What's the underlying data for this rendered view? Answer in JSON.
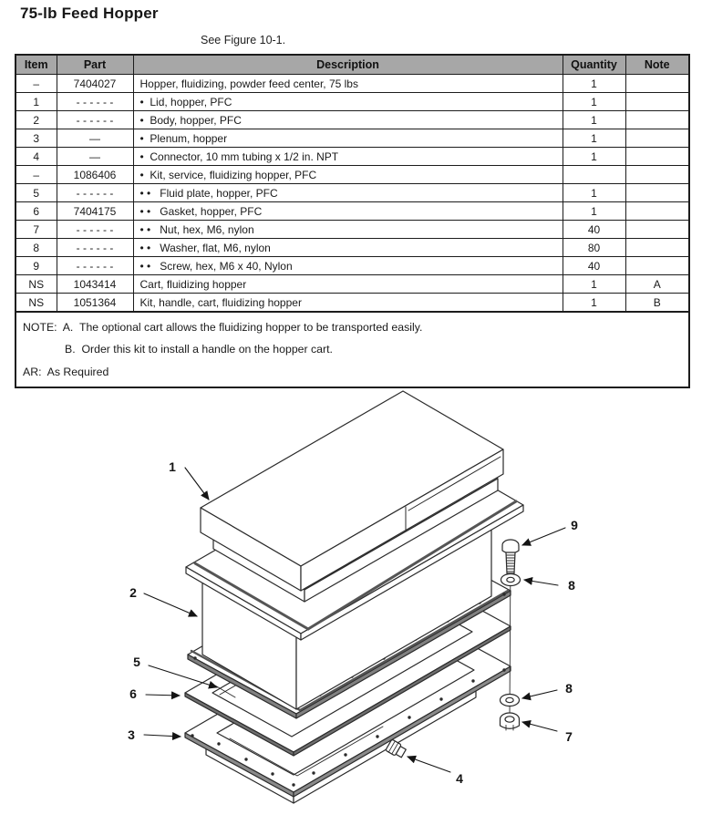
{
  "page": {
    "title": "75-lb Feed Hopper",
    "figure_ref": "See Figure 10-1."
  },
  "table": {
    "columns": {
      "item": "Item",
      "part": "Part",
      "description": "Description",
      "quantity": "Quantity",
      "note": "Note"
    },
    "rows": [
      {
        "item": "–",
        "part": "7404027",
        "desc": "Hopper, fluidizing, powder feed center, 75 lbs",
        "qty": "1",
        "note": ""
      },
      {
        "item": "1",
        "part": "- - - - - -",
        "desc": "•  Lid, hopper, PFC",
        "qty": "1",
        "note": ""
      },
      {
        "item": "2",
        "part": "- - - - - -",
        "desc": "•  Body, hopper, PFC",
        "qty": "1",
        "note": ""
      },
      {
        "item": "3",
        "part": "—",
        "desc": "•  Plenum, hopper",
        "qty": "1",
        "note": ""
      },
      {
        "item": "4",
        "part": "—",
        "desc": "•  Connector, 10 mm tubing x 1/2 in. NPT",
        "qty": "1",
        "note": ""
      },
      {
        "item": "–",
        "part": "1086406",
        "desc": "•  Kit, service, fluidizing hopper, PFC",
        "qty": "",
        "note": ""
      },
      {
        "item": "5",
        "part": "- - - - - -",
        "desc": "• •   Fluid plate, hopper, PFC",
        "qty": "1",
        "note": ""
      },
      {
        "item": "6",
        "part": "7404175",
        "desc": "• •   Gasket, hopper, PFC",
        "qty": "1",
        "note": ""
      },
      {
        "item": "7",
        "part": "- - - - - -",
        "desc": "• •   Nut, hex, M6, nylon",
        "qty": "40",
        "note": ""
      },
      {
        "item": "8",
        "part": "- - - - - -",
        "desc": "• •   Washer, flat, M6, nylon",
        "qty": "80",
        "note": ""
      },
      {
        "item": "9",
        "part": "- - - - - -",
        "desc": "• •   Screw, hex, M6 x 40, Nylon",
        "qty": "40",
        "note": ""
      },
      {
        "item": "NS",
        "part": "1043414",
        "desc": "Cart, fluidizing hopper",
        "qty": "1",
        "note": "A"
      },
      {
        "item": "NS",
        "part": "1051364",
        "desc": "Kit, handle, cart, fluidizing hopper",
        "qty": "1",
        "note": "B"
      }
    ],
    "notes": {
      "line_a": "NOTE:  A.  The optional cart allows the fluidizing hopper to be transported easily.",
      "line_b": "B.  Order this kit to install a handle on the hopper cart.",
      "line_ar": "AR:  As Required"
    }
  },
  "figure": {
    "callouts": {
      "c1": "1",
      "c2": "2",
      "c3": "3",
      "c4": "4",
      "c5": "5",
      "c6": "6",
      "c7": "7",
      "c8_top": "8",
      "c8_bottom": "8",
      "c9": "9"
    }
  },
  "colors": {
    "header_bg": "#a7a7a7",
    "border": "#1c1c1c",
    "line": "#2a2a2a"
  }
}
